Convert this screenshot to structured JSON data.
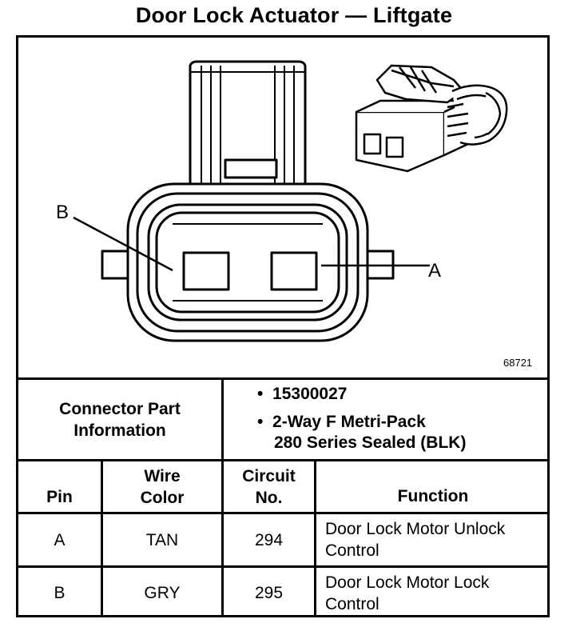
{
  "title": "Door Lock Actuator — Liftgate",
  "figure_number": "68721",
  "pin_labels": {
    "b": "B",
    "a": "A"
  },
  "connector_info": {
    "label_line1": "Connector Part",
    "label_line2": "Information",
    "bullet": "•",
    "part_number": "15300027",
    "description_line1": "2-Way F Metri-Pack",
    "description_line2": "280 Series Sealed (BLK)"
  },
  "table": {
    "headers": {
      "pin": "Pin",
      "wire_color_line1": "Wire",
      "wire_color_line2": "Color",
      "circuit_line1": "Circuit",
      "circuit_line2": "No.",
      "function": "Function"
    },
    "rows": [
      {
        "pin": "A",
        "wire_color": "TAN",
        "circuit": "294",
        "function_line1": "Door Lock Motor Unlock",
        "function_line2": "Control"
      },
      {
        "pin": "B",
        "wire_color": "GRY",
        "circuit": "295",
        "function_line1": "Door Lock Motor Lock",
        "function_line2": "Control"
      }
    ]
  }
}
